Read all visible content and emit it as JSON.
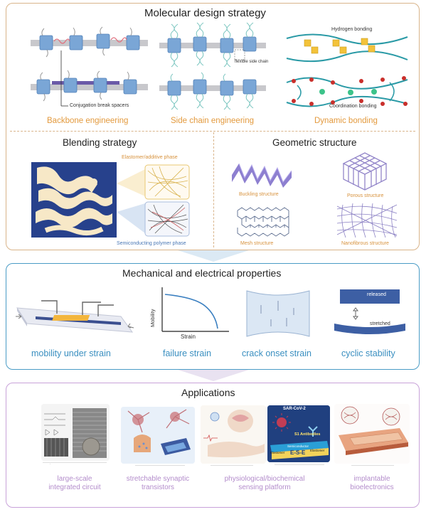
{
  "molecular": {
    "title": "Molecular design strategy",
    "backbone": {
      "label": "Backbone engineering",
      "annotation": "Conjugation break spacers"
    },
    "sidechain": {
      "label": "Side chain engineering",
      "annotation": "flexible side chain"
    },
    "dynamic": {
      "label": "Dynamic bonding",
      "hydrogen": "Hydrogen bonding",
      "coordination": "Coordination bonding"
    }
  },
  "blending": {
    "title": "Blending strategy",
    "elastomer": "Elastomer/additive phase",
    "semiconducting": "Semiconducting polymer phase"
  },
  "geometric": {
    "title": "Geometric structure",
    "buckling": "Buckling structure",
    "porous": "Porous structure",
    "mesh": "Mesh structure",
    "nanofibrous": "Nanofibrous structure"
  },
  "properties": {
    "title": "Mechanical and electrical properties",
    "mobility": "mobility under strain",
    "failure": "failure strain",
    "crack": "crack onset strain",
    "cyclic": "cyclic stability",
    "axis_y": "Mobility",
    "axis_x": "Strain",
    "released": "released",
    "stretched": "stretched"
  },
  "applications": {
    "title": "Applications",
    "items": [
      {
        "line1": "large-scale",
        "line2": "integrated circuit"
      },
      {
        "line1": "stretchable synaptic",
        "line2": "transistors"
      },
      {
        "line1": "physiological/biochemical",
        "line2": "sensing platform"
      },
      {
        "line1": "implantable",
        "line2": "bioelectronics"
      }
    ],
    "sarcov": "SAR-CoV-2",
    "antibodies": "S1 Antibodies",
    "semiconductor": "Semiconductor",
    "ese": "E-S-E",
    "elastomer_left": "Elastomer",
    "elastomer_right": "Elastomer"
  },
  "colors": {
    "orange_border": "#d9b48a",
    "blue_border": "#4a9cc6",
    "purple_border": "#c8a2d9",
    "orange_label": "#e39a3e",
    "blue_label": "#3a8fc0",
    "purple_label": "#b38ccb"
  }
}
